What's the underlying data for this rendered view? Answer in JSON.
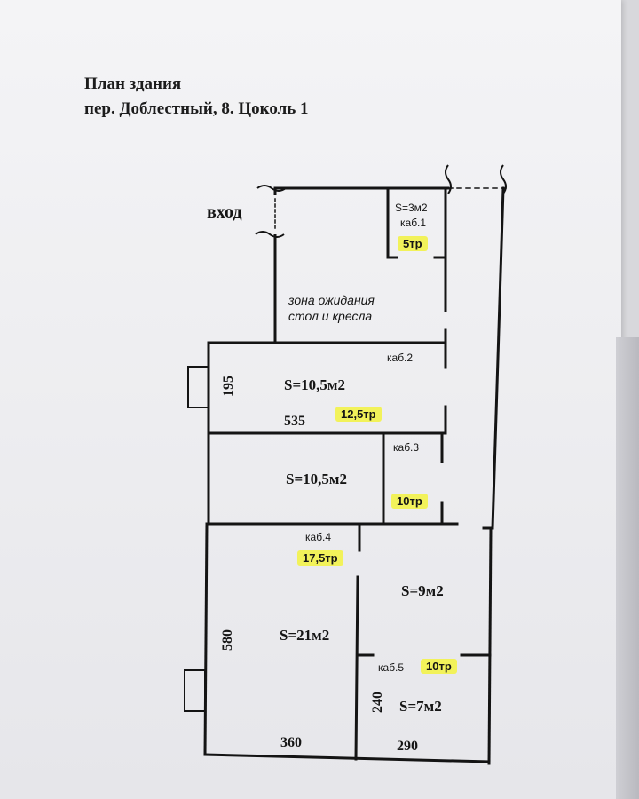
{
  "title": {
    "line1": "План здания",
    "line2": "пер. Доблестный, 8. Цоколь 1"
  },
  "entrance": "вход",
  "waiting_area": {
    "line1": "зона ожидания",
    "line2": "стол и кресла"
  },
  "rooms": [
    {
      "id": "cab1",
      "name": "каб.1",
      "area": "S=3м2",
      "price": "5тр"
    },
    {
      "id": "cab2",
      "name": "каб.2",
      "area": "S=10,5м2",
      "price": "12,5тр"
    },
    {
      "id": "cab3",
      "name": "каб.3",
      "area": "S=10,5м2",
      "price": "10тр"
    },
    {
      "id": "cab4",
      "name": "каб.4",
      "area": "S=21м2",
      "price": "17,5тр"
    },
    {
      "id": "room9",
      "name": "",
      "area": "S=9м2",
      "price": ""
    },
    {
      "id": "cab5",
      "name": "каб.5",
      "area": "S=7м2",
      "price": "10тр"
    }
  ],
  "dimensions": {
    "cab2_height": "195",
    "cab2_width": "535",
    "cab4_height": "580",
    "cab4_width": "360",
    "cab5_height": "240",
    "cab5_width": "290"
  },
  "colors": {
    "paper": "#f0f0f2",
    "walls": "#141414",
    "highlight": "#f2f25a"
  }
}
